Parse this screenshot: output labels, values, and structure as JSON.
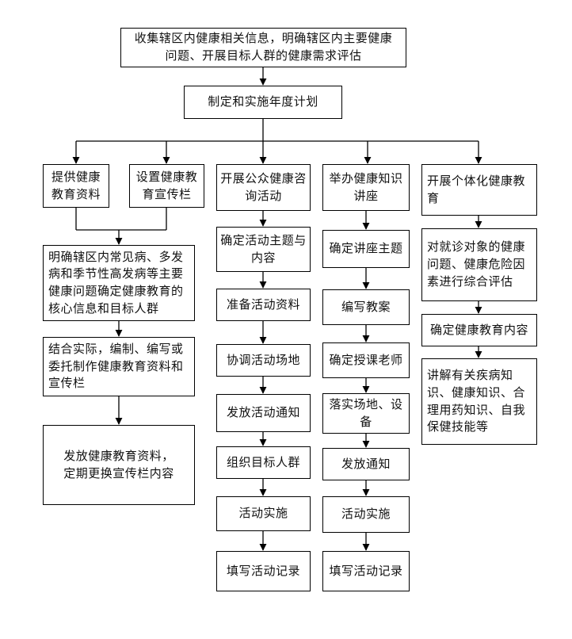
{
  "flowchart": {
    "top": {
      "collect": "收集辖区内健康相关信息，明确辖区内主要健康问题、开展目标人群的健康需求评估",
      "plan": "制定和实施年度计划"
    },
    "col1": {
      "provide_materials": "提供健康教育资料",
      "setup_board": "设置健康教育宣传栏",
      "identify": "明确辖区内常见病、多发病和季节性高发病等主要健康问题确定健康教育的核心信息和目标人群",
      "compile": "结合实际，编制、编写或委托制作健康教育资料和宣传栏",
      "distribute": "发放健康教育资料，定期更换宣传栏内容"
    },
    "col2": {
      "title": "开展公众健康咨询活动",
      "steps": [
        "确定活动主题与内容",
        "准备活动资料",
        "协调活动场地",
        "发放活动通知",
        "组织目标人群",
        "活动实施",
        "填写活动记录"
      ]
    },
    "col3": {
      "title": "举办健康知识讲座",
      "steps": [
        "确定讲座主题",
        "编写教案",
        "确定授课老师",
        "落实场地、设备",
        "发放通知",
        "活动实施",
        "填写活动记录"
      ]
    },
    "col4": {
      "title": "开展个体化健康教育",
      "steps": [
        "对就诊对象的健康问题、健康危险因素进行综合评估",
        "确定健康教育内容",
        "讲解有关疾病知识、健康知识、合理用药知识、自我保健技能等"
      ]
    }
  }
}
